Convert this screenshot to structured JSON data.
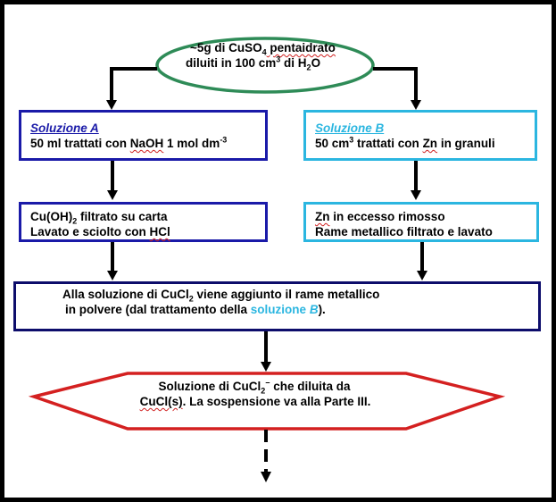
{
  "start": {
    "line1_prefix": "~5g di CuSO",
    "line1_sub": "4",
    "line1_suffix": " pentaidrato",
    "line2_prefix": "diluiti  in 100 cm",
    "line2_sup": "3",
    "line2_mid": " di H",
    "line2_sub": "2",
    "line2_suffix": "O"
  },
  "solution_a": {
    "title": "Soluzione A",
    "line_prefix": "50 ml trattati con ",
    "line_reagent": "NaOH",
    "line_mid": " 1 mol dm",
    "line_sup": "-3"
  },
  "solution_b": {
    "title": "Soluzione B",
    "line_prefix": "50 cm",
    "line_sup": "3",
    "line_mid": " trattati con ",
    "line_reagent": "Zn",
    "line_suffix": " in granuli"
  },
  "step_a": {
    "line1_prefix": "Cu(OH)",
    "line1_sub": "2",
    "line1_suffix": " filtrato su carta",
    "line2_prefix": "Lavato e sciolto con ",
    "line2_reagent": "HCl"
  },
  "step_b": {
    "line1_reagent": "Zn",
    "line1_suffix": " in eccesso rimosso",
    "line2": "Rame metallico filtrato e lavato"
  },
  "merge": {
    "line1_prefix": "Alla soluzione di CuCl",
    "line1_sub": "2",
    "line1_suffix": " viene aggiunto il rame metallico",
    "line2_prefix": "in polvere (dal trattamento della ",
    "line2_highlight": "soluzione ",
    "line2_highlight_italic": "B",
    "line2_suffix": ")."
  },
  "final": {
    "line1_prefix": "Soluzione di CuCl",
    "line1_sub": "2",
    "line1_sup": "−",
    "line1_suffix": " che diluita da",
    "line2_reagent": "CuCl(s)",
    "line2_suffix": ". La sospensione va alla Parte III."
  },
  "colors": {
    "start_border": "#2e8b57",
    "a_border": "#1a1aa8",
    "b_border": "#2bb6e0",
    "merge_border": "#0d0d6b",
    "final_border": "#d42020",
    "arrow": "#000000"
  }
}
